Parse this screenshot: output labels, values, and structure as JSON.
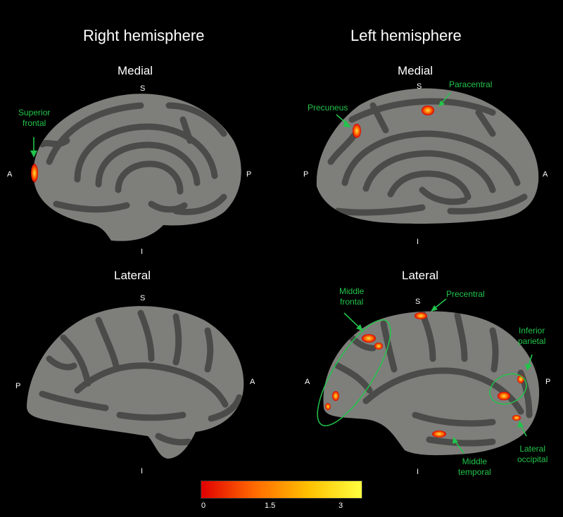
{
  "hemispheres": {
    "right": {
      "title": "Right hemisphere"
    },
    "left": {
      "title": "Left hemisphere"
    }
  },
  "views": {
    "medial": "Medial",
    "lateral": "Lateral"
  },
  "directions": {
    "superior": "S",
    "inferior": "I",
    "anterior": "A",
    "posterior": "P"
  },
  "annotations": {
    "superior_frontal": [
      "Superior",
      "frontal"
    ],
    "precuneus": "Precuneus",
    "paracentral": "Paracentral",
    "middle_frontal": [
      "Middle",
      "frontal"
    ],
    "precentral": "Precentral",
    "inferior_parietal": [
      "Inferior",
      "parietal"
    ],
    "middle_temporal": [
      "Middle",
      "temporal"
    ],
    "lateral_occipital": [
      "Lateral",
      "occipital"
    ]
  },
  "colorbar": {
    "ticks": [
      "0",
      "1.5",
      "3"
    ],
    "min": 0,
    "max": 3.5,
    "colors": [
      "#e00000",
      "#ff6a00",
      "#ffc000",
      "#ffff40"
    ]
  },
  "colors": {
    "background": "#000000",
    "cortex_gyri": "#7e7e7b",
    "cortex_sulci": "#4b4b49",
    "annotation": "#22c44a"
  }
}
